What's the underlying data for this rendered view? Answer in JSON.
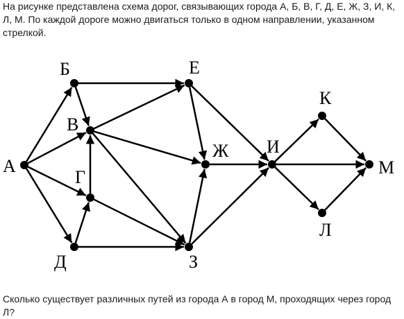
{
  "intro_text": "На рисунке представлена схема дорог, связывающих города А, Б, В, Г, Д, Е, Ж, З, И, К, Л, М. По каждой дороге можно двигаться только в одном направлении, указанном стрелкой.",
  "question_text": "Сколько существует различных путей из города А в город М, проходящих через город Л?",
  "graph": {
    "nodes": [
      {
        "id": "A",
        "label": "А"
      },
      {
        "id": "B",
        "label": "Б"
      },
      {
        "id": "V",
        "label": "В"
      },
      {
        "id": "G",
        "label": "Г"
      },
      {
        "id": "D",
        "label": "Д"
      },
      {
        "id": "E",
        "label": "Е"
      },
      {
        "id": "Zh",
        "label": "Ж"
      },
      {
        "id": "Z",
        "label": "З"
      },
      {
        "id": "I",
        "label": "И"
      },
      {
        "id": "K",
        "label": "К"
      },
      {
        "id": "L",
        "label": "Л"
      },
      {
        "id": "M",
        "label": "М"
      }
    ],
    "edges": [
      [
        "A",
        "B"
      ],
      [
        "A",
        "V"
      ],
      [
        "A",
        "G"
      ],
      [
        "A",
        "D"
      ],
      [
        "B",
        "V"
      ],
      [
        "B",
        "E"
      ],
      [
        "V",
        "E"
      ],
      [
        "V",
        "Zh"
      ],
      [
        "V",
        "Z"
      ],
      [
        "G",
        "V"
      ],
      [
        "G",
        "Z"
      ],
      [
        "D",
        "G"
      ],
      [
        "D",
        "Z"
      ],
      [
        "E",
        "Zh"
      ],
      [
        "E",
        "I"
      ],
      [
        "Zh",
        "I"
      ],
      [
        "Z",
        "Zh"
      ],
      [
        "Z",
        "I"
      ],
      [
        "I",
        "K"
      ],
      [
        "I",
        "M"
      ],
      [
        "I",
        "L"
      ],
      [
        "K",
        "M"
      ],
      [
        "L",
        "M"
      ]
    ]
  }
}
